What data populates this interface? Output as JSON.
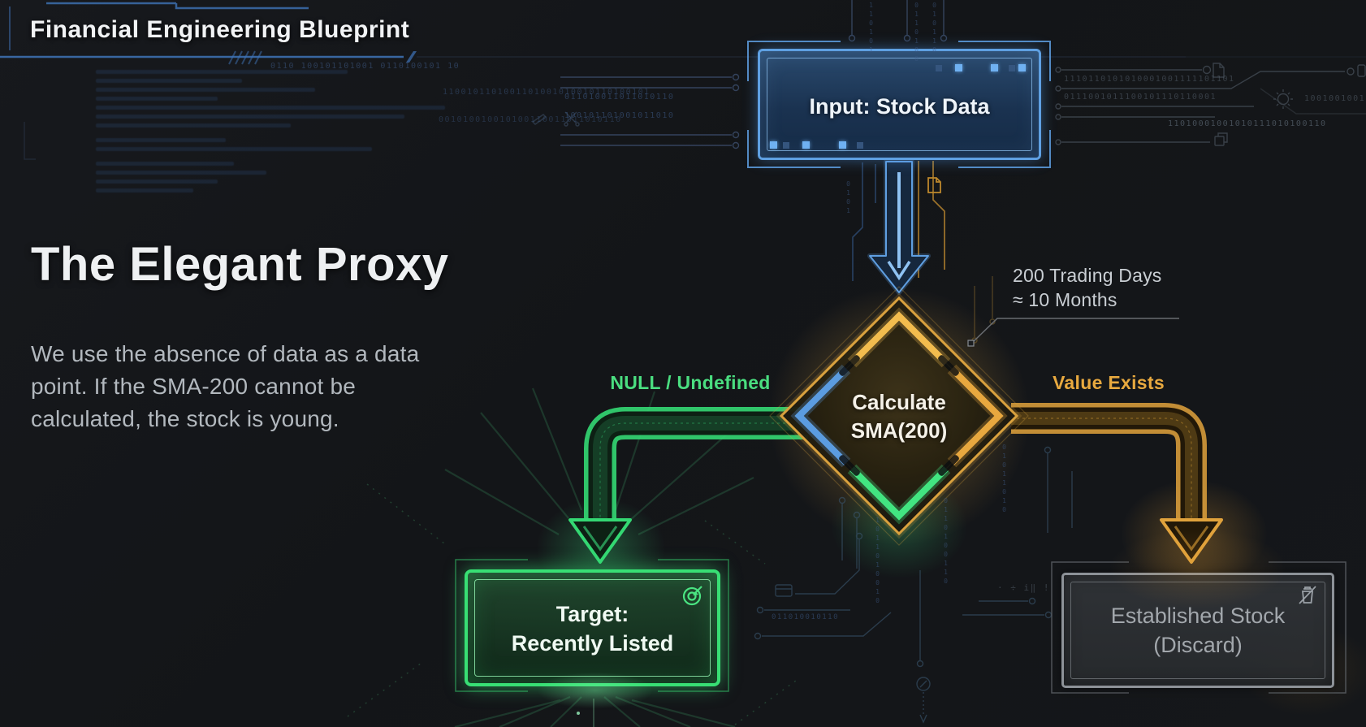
{
  "header": {
    "title": "Financial Engineering Blueprint"
  },
  "intro": {
    "heading": "The Elegant Proxy",
    "body_line1": "We use the absence of data as a data",
    "body_line2": "point. If the SMA-200 cannot be",
    "body_line3": "calculated, the stock is young."
  },
  "flow": {
    "input": {
      "label": "Input: Stock Data"
    },
    "decision": {
      "line1": "Calculate",
      "line2": "SMA(200)"
    },
    "annotation": {
      "line1": "200 Trading Days",
      "line2": "≈ 10 Months"
    },
    "branch_left": {
      "label": "NULL / Undefined"
    },
    "branch_right": {
      "label": "Value Exists"
    },
    "target": {
      "line1": "Target:",
      "line2": "Recently Listed"
    },
    "discard": {
      "line1": "Established Stock",
      "line2": "(Discard)"
    }
  },
  "icons": {
    "target_box": "target-icon",
    "discard_box": "trash-slash-icon",
    "near_arrow": "document-icon",
    "top_right": "gear-icon"
  },
  "colors": {
    "accent_blue": "#5f9fe2",
    "accent_gold": "#e0a23c",
    "accent_green": "#38df74",
    "muted_gray": "#8d9298",
    "background": "#141619",
    "branch_left_text": "#4ade80",
    "branch_right_text": "#e8a93f"
  },
  "decor": {
    "bt1": "0110 100101101001 0110100101 10",
    "bl1": "011010011011010110",
    "bl2": "100101101001011010",
    "br1": "1110110101010001001111101101",
    "br2": "0111001011100101110110001",
    "br3": "11010001001010111010100110",
    "br4": "100100100110",
    "bm1": "1100101101001101001010010110100101",
    "bm2": "001010010010100110011011010110",
    "vt1": "110101",
    "vt2": "0110100",
    "vt3": "010110",
    "va1": "0101",
    "vm1": "1011010010",
    "vm2": "0110100110",
    "vm3": "01011010",
    "bb1": "011010010110",
    "gl1": "· ÷ i‖ !"
  }
}
